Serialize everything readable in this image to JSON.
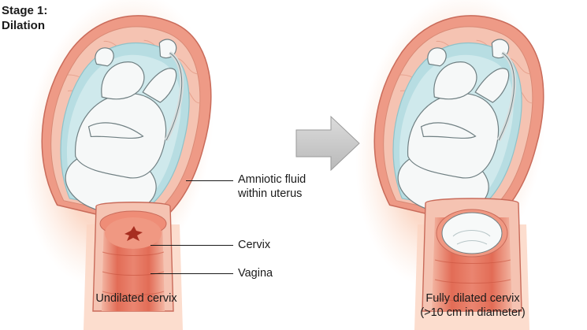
{
  "stage_title": {
    "line1": "Stage 1:",
    "line2": "Dilation"
  },
  "labels": {
    "amniotic_fluid": {
      "line1": "Amniotic fluid",
      "line2": "within uterus"
    },
    "cervix": "Cervix",
    "vagina": "Vagina"
  },
  "captions": {
    "left": "Undilated cervix",
    "right_line1": "Fully dilated cervix",
    "right_line2": "(>10 cm in diameter)"
  },
  "icons": {
    "transition": "right-arrow-icon"
  },
  "colors": {
    "uterine_wall": "#e8a08e",
    "uterine_wall_edge": "#c96b5a",
    "muscle": "#f1b9a6",
    "amniotic_fluid": "#a9d6dc",
    "fetus": "#f4f6f6",
    "fetus_outline": "#6f7f82",
    "vagina": "#e0705a",
    "vagina_light": "#f2a48f",
    "glow": "#fbd9c6",
    "arrow": "#c8c8c8"
  }
}
